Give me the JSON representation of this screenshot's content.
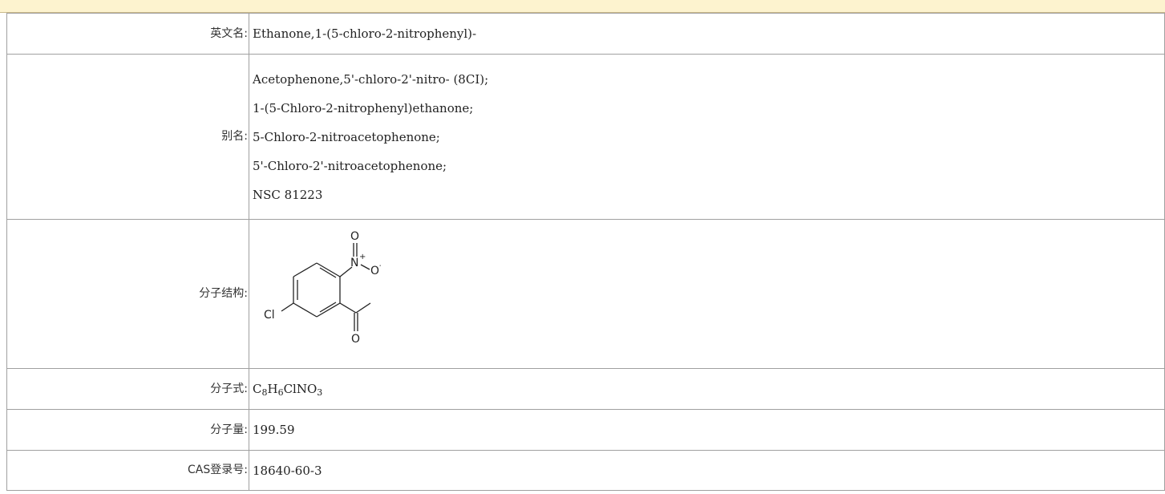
{
  "rows": {
    "english_name": {
      "label": "英文名:",
      "value": "Ethanone,1-(5-chloro-2-nitrophenyl)-"
    },
    "aliases": {
      "label": "别名:",
      "values": [
        "Acetophenone,5'-chloro-2'-nitro- (8CI);",
        "1-(5-Chloro-2-nitrophenyl)ethanone;",
        "5-Chloro-2-nitroacetophenone;",
        "5'-Chloro-2'-nitroacetophenone;",
        "NSC 81223"
      ]
    },
    "structure": {
      "label": "分子结构:",
      "atoms": {
        "oxygen": "O",
        "nitrogen": "N",
        "plus": "+",
        "minus": "-",
        "chlorine": "Cl"
      }
    },
    "formula": {
      "label": "分子式:",
      "parts": {
        "c": "C",
        "c_n": "8",
        "h": "H",
        "h_n": "6",
        "rest": "ClNO",
        "o_n": "3"
      }
    },
    "weight": {
      "label": "分子量:",
      "value": "199.59"
    },
    "cas": {
      "label": "CAS登录号:",
      "value": "18640-60-3"
    }
  },
  "colors": {
    "top_bar": "#fdf3cf",
    "border": "#a0a0a0"
  },
  "icons": {
    "structure_image": "molecule-structure-image"
  }
}
